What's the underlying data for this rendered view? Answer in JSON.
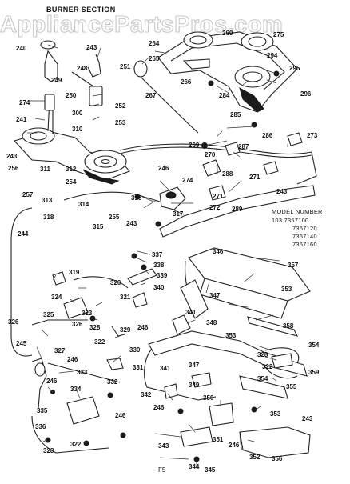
{
  "watermark": "AppliancePartsPros.com",
  "section_title": "BURNER SECTION",
  "model": {
    "heading": "MODEL NUMBER",
    "numbers": [
      "103.7357100",
      "7357120",
      "7357140",
      "7357160"
    ]
  },
  "footer_code": "F5",
  "part_labels": [
    "240",
    "241",
    "243",
    "243",
    "243",
    "243",
    "243",
    "244",
    "245",
    "246",
    "246",
    "246",
    "246",
    "246",
    "246",
    "246",
    "248",
    "249",
    "250",
    "251",
    "252",
    "253",
    "254",
    "255",
    "256",
    "257",
    "260",
    "264",
    "265",
    "266",
    "267",
    "269",
    "270",
    "271",
    "271",
    "272",
    "273",
    "274",
    "274",
    "275",
    "284",
    "285",
    "286",
    "287",
    "288",
    "289",
    "294",
    "295",
    "296",
    "300",
    "310",
    "311",
    "312",
    "313",
    "314",
    "315",
    "316",
    "317",
    "318",
    "319",
    "320",
    "321",
    "322",
    "322",
    "322",
    "323",
    "324",
    "325",
    "326",
    "326",
    "327",
    "328",
    "328",
    "328",
    "329",
    "330",
    "331",
    "332",
    "333",
    "334",
    "335",
    "336",
    "337",
    "338",
    "339",
    "340",
    "341",
    "341",
    "342",
    "343",
    "344",
    "345",
    "346",
    "347",
    "347",
    "348",
    "349",
    "350",
    "351",
    "352",
    "353",
    "353",
    "353",
    "354",
    "354",
    "355",
    "356",
    "357",
    "358",
    "359"
  ]
}
